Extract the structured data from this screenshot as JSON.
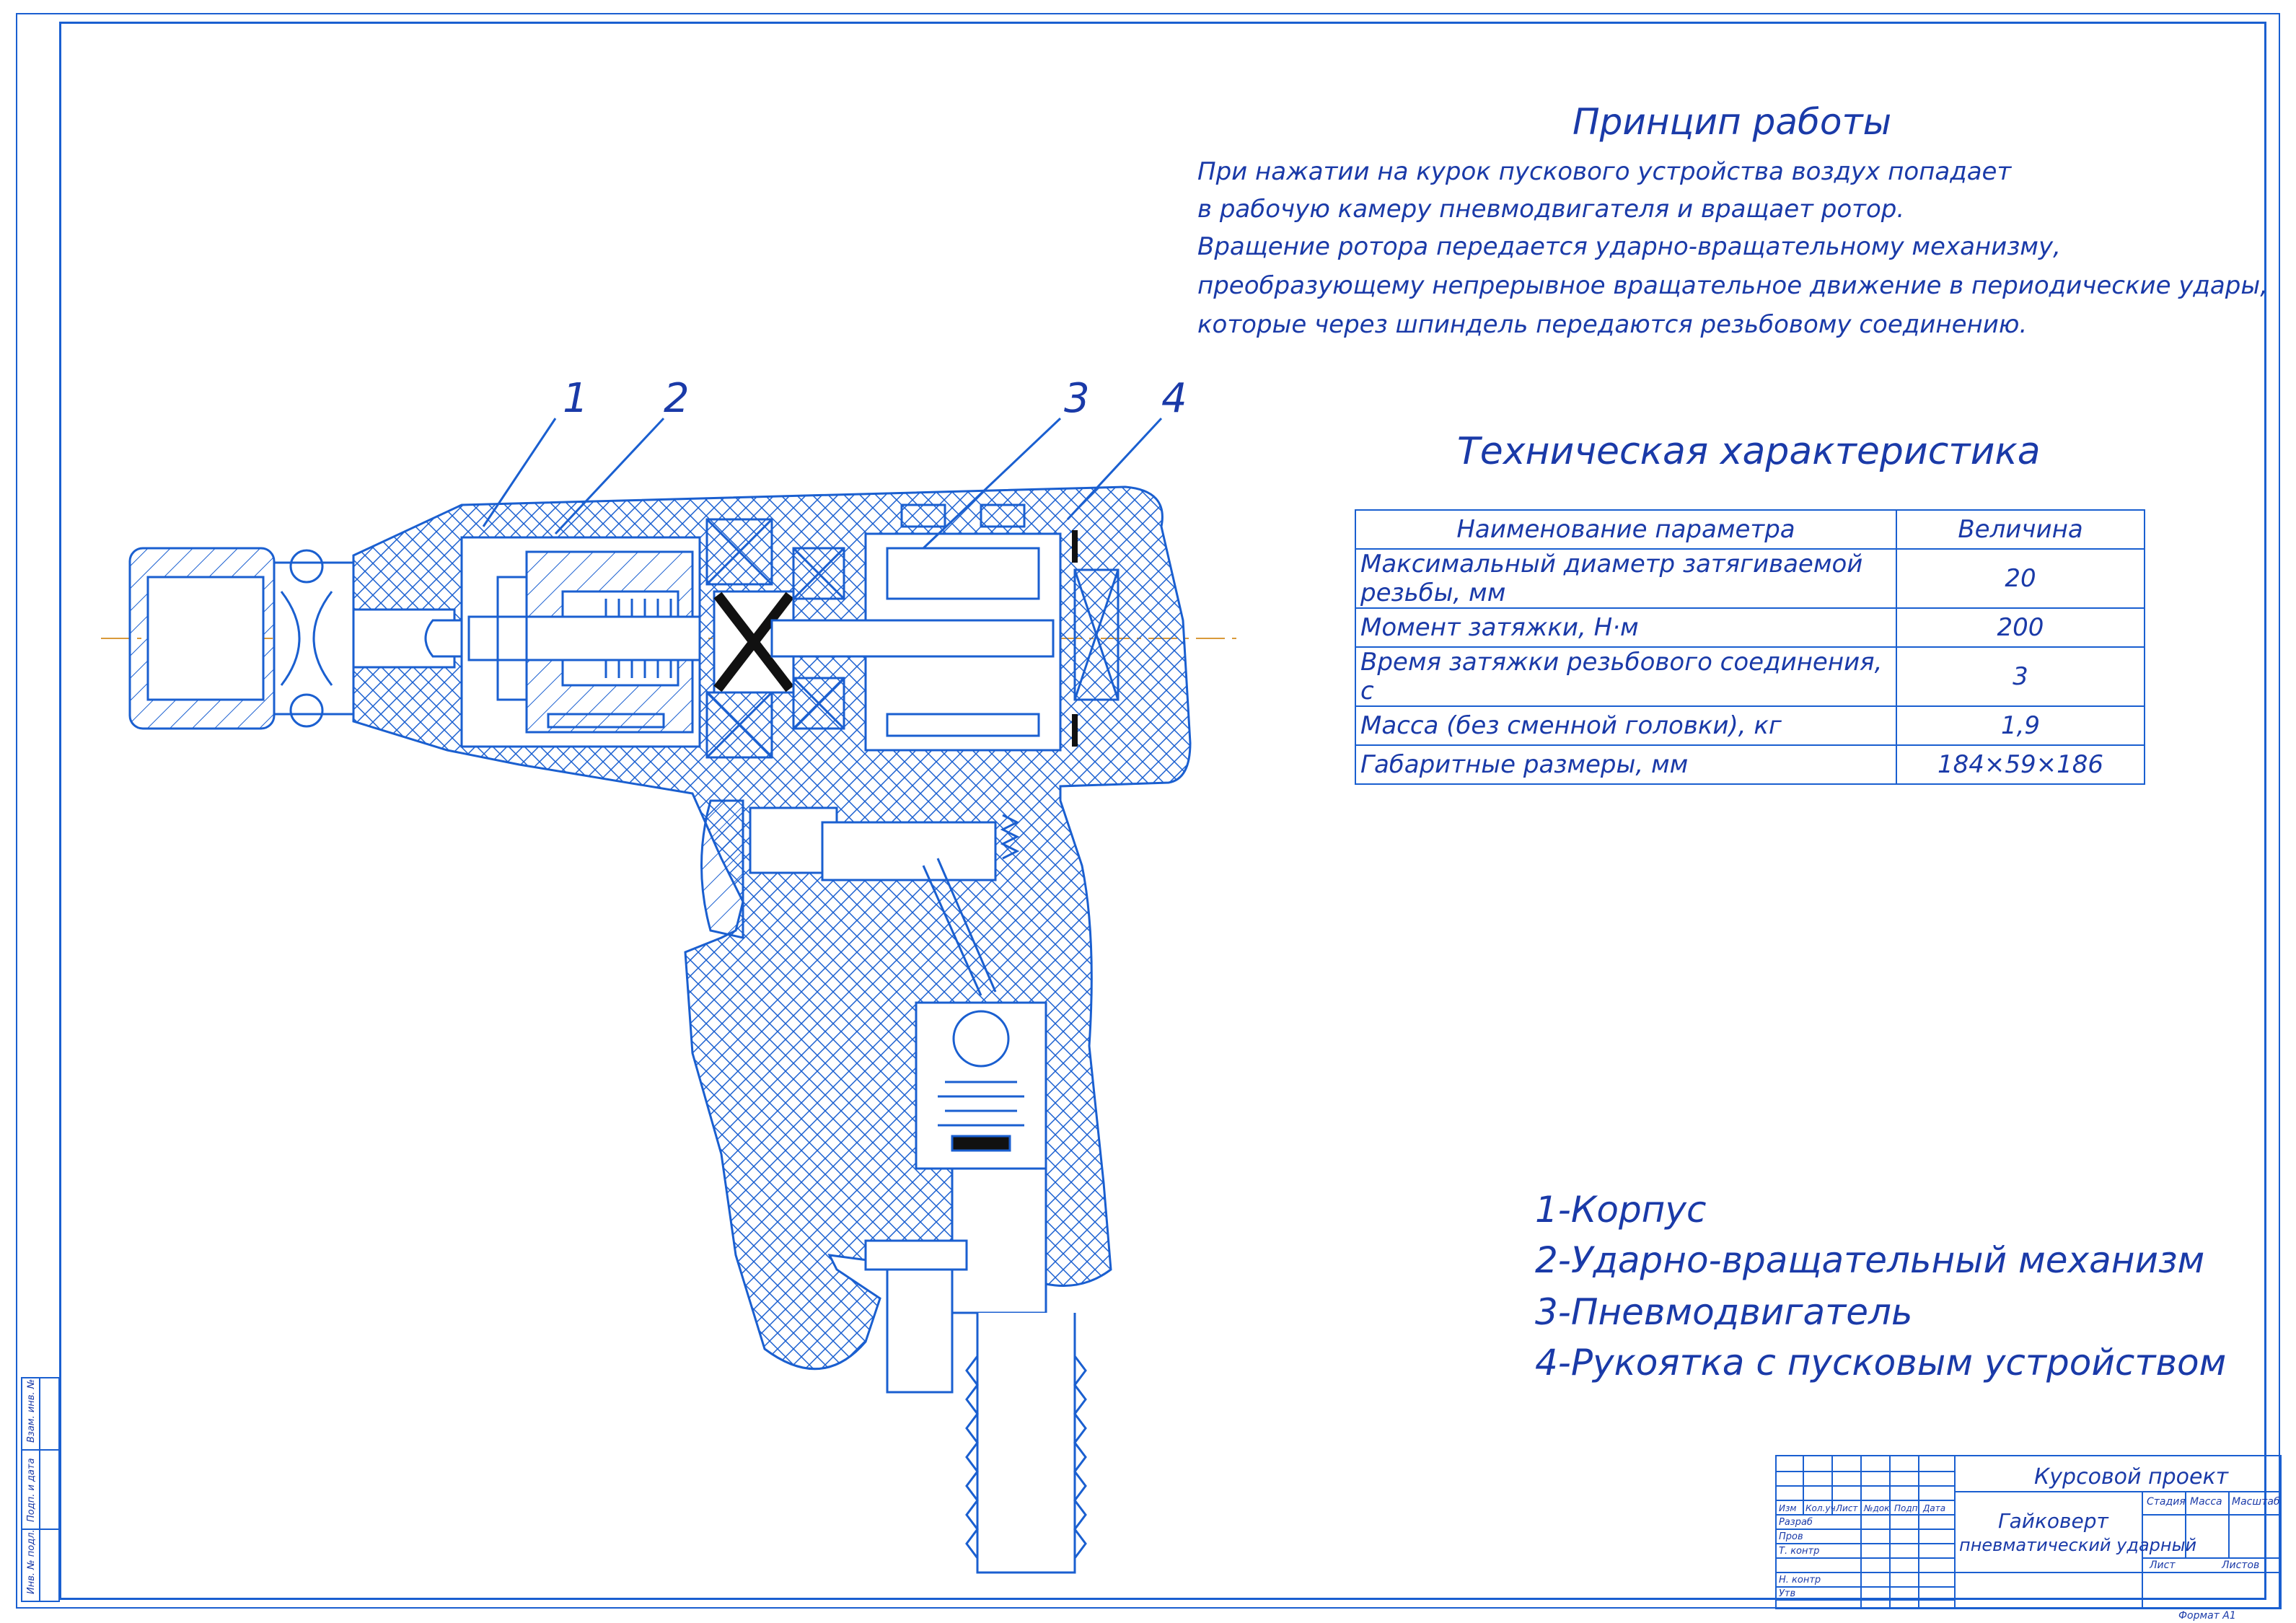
{
  "principle": {
    "title": "Принцип работы",
    "lines": [
      "При нажатии на курок пускового устройства воздух попадает",
      "в рабочую камеру пневмодвигателя и вращает ротор.",
      "Вращение ротора передается ударно-вращательному механизму,",
      "преобразующему непрерывное вращательное движение в периодические удары,",
      "которые через шпиндель передаются резьбовому соединению."
    ]
  },
  "spec": {
    "title": "Техническая характеристика",
    "header": {
      "name": "Наименование параметра",
      "value": "Величина"
    },
    "rows": [
      {
        "name": "Максимальный диаметр затягиваемой резьбы, мм",
        "value": "20"
      },
      {
        "name": "Момент затяжки, Н·м",
        "value": "200"
      },
      {
        "name": "Время затяжки резьбового соединения, с",
        "value": "3"
      },
      {
        "name": "Масса (без сменной головки), кг",
        "value": "1,9"
      },
      {
        "name": "Габаритные размеры, мм",
        "value": "184×59×186"
      }
    ]
  },
  "callouts": [
    "1",
    "2",
    "3",
    "4"
  ],
  "legend": [
    "1-Корпус",
    "2-Ударно-вращательный механизм",
    "3-Пневмодвигатель",
    "4-Рукоятка с пусковым устройством"
  ],
  "title_block": {
    "project": "Курсовой проект",
    "name_line1": "Гайковерт",
    "name_line2": "пневматический ударный",
    "cols": [
      "Изм",
      "Кол.уч",
      "Лист",
      "№док",
      "Подп",
      "Дата"
    ],
    "rows": [
      "Разраб",
      "Пров",
      "Т. контр",
      "Н. контр",
      "Утв"
    ],
    "stage_labels": [
      "Стадия",
      "Масса",
      "Масштаб"
    ],
    "sheet_label": "Лист",
    "sheets_label": "Листов",
    "format": "Формат   А1"
  },
  "side_stamp": [
    "Инв. № подл.",
    "Подп. и дата",
    "Взам. инв. №"
  ],
  "colors": {
    "line": "#1a5fd0",
    "text": "#1a3aa8",
    "axis": "#d99a3a"
  }
}
